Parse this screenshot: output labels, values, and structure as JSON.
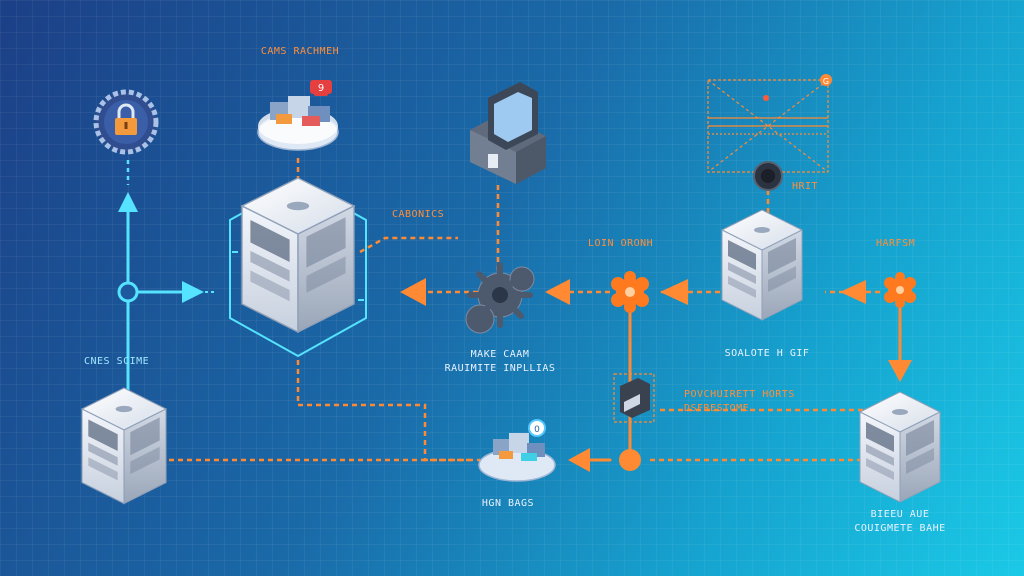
{
  "labels": {
    "cams": "CAMS RACHMEH",
    "cabonics": "CABONICS",
    "loin": "LOIN ORONH",
    "harfs": "HARFSM",
    "hrit": "HRIT",
    "cnes": "CNES SCIME",
    "make": "MAKE CAAM",
    "rauimite": "RAUIMITE INPLLIAS",
    "soalote": "SOALOTE H GIF",
    "povchin_1": "POVCHUIRETT HORTS",
    "povchin_2": "DSFRESTOME",
    "hgn": "HGN BAGS",
    "bieeu_1": "BIEEU AUE",
    "bieeu_2": "COUIGMETE BAHE"
  },
  "badges": {
    "db_top": "9",
    "scope": "G",
    "db_bottom": "0"
  },
  "colors": {
    "orange": "#ff8a33",
    "cyan": "#55e3ff",
    "bg_start": "#1c3f86",
    "bg_end": "#1bc9e6"
  },
  "icons": {
    "lock": "padlock-gear-icon",
    "database": "database-cluster-icon",
    "terminal": "terminal-device-icon",
    "gear": "gear-cluster-icon",
    "burst": "orange-burst-icon",
    "lens": "lens-icon",
    "server": "server-cube-icon"
  }
}
